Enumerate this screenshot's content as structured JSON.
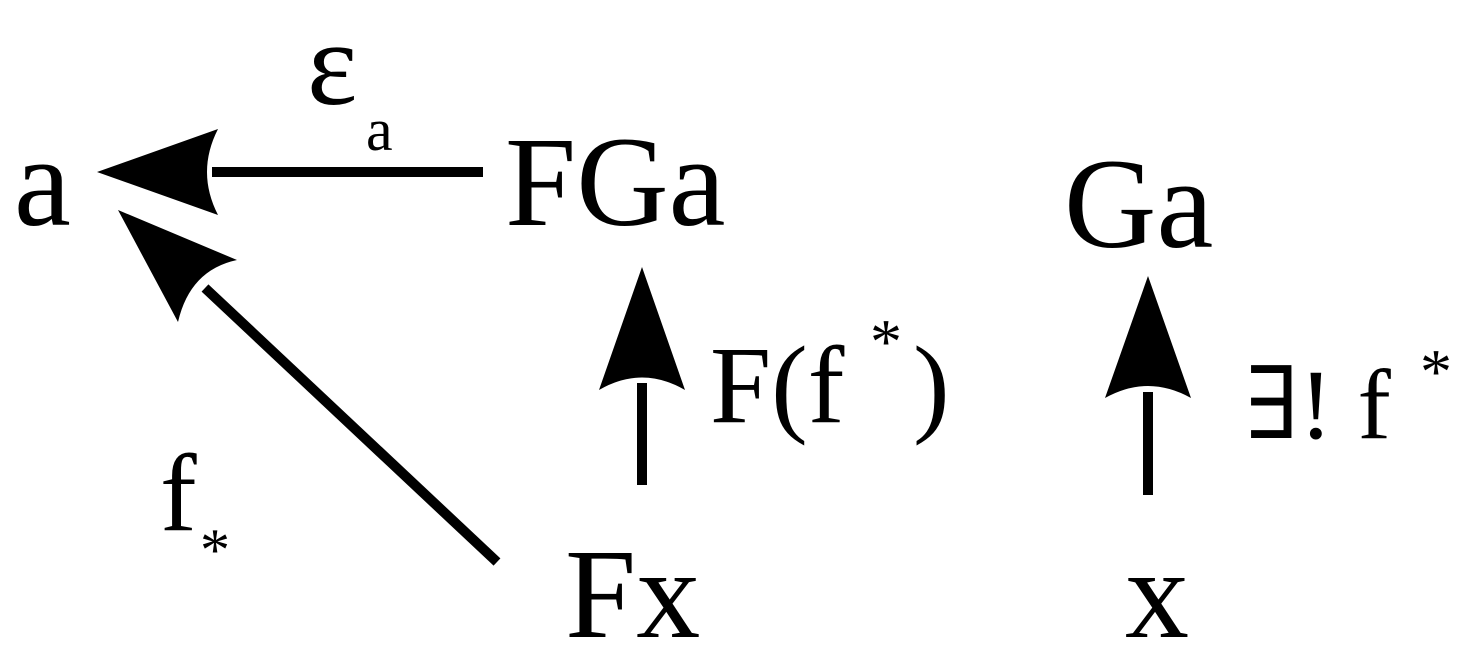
{
  "diagram": {
    "type": "commutative-diagram",
    "nodes": {
      "a": "a",
      "FGa": "FGa",
      "Ga": "Ga",
      "Fx": "Fx",
      "x": "x"
    },
    "edges": {
      "epsilon": {
        "symbol": "ε",
        "subscript": "a",
        "from": "FGa",
        "to": "a"
      },
      "f_lower": {
        "symbol": "f",
        "subscript": "*",
        "from": "Fx",
        "to": "a"
      },
      "F_f_upper": {
        "prefix": "F(f",
        "superscript": "*",
        "suffix": ")",
        "from": "Fx",
        "to": "FGa"
      },
      "exists_unique": {
        "prefix": "∃! f",
        "superscript": "*",
        "from": "x",
        "to": "Ga"
      }
    },
    "colors": {
      "ink": "#000000",
      "background": "#ffffff"
    }
  }
}
